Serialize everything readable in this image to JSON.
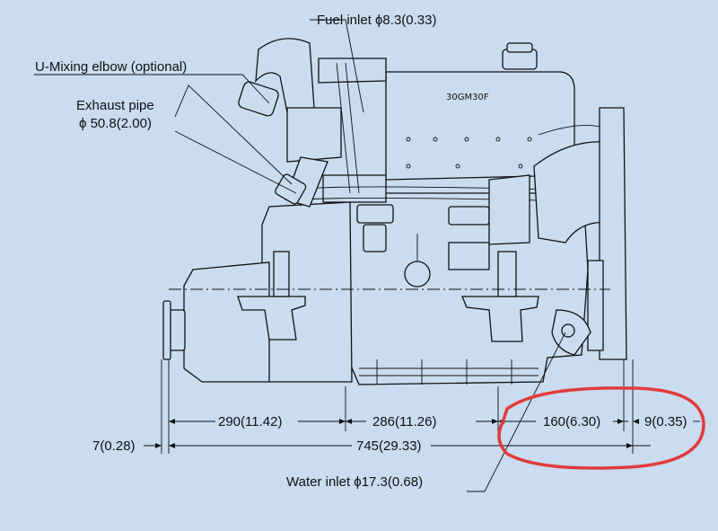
{
  "colors": {
    "background": "#c9dcf0",
    "ink": "#111111",
    "highlight": "#e23b3b"
  },
  "model_label": "30GM30F",
  "callouts": {
    "fuel_inlet": "Fuel inlet  ϕ8.3(0.33)",
    "u_mixing_elbow": "U-Mixing elbow (optional)",
    "exhaust_pipe_line1": "Exhaust pipe",
    "exhaust_pipe_line2": "ϕ 50.8(2.00)",
    "water_inlet": "Water inlet  ϕ17.3(0.68)"
  },
  "dimensions": {
    "d290": "290(11.42)",
    "d286": "286(11.26)",
    "d160": "160(6.30)",
    "d9": "9(0.35)",
    "d7": "7(0.28)",
    "d745": "745(29.33)"
  }
}
